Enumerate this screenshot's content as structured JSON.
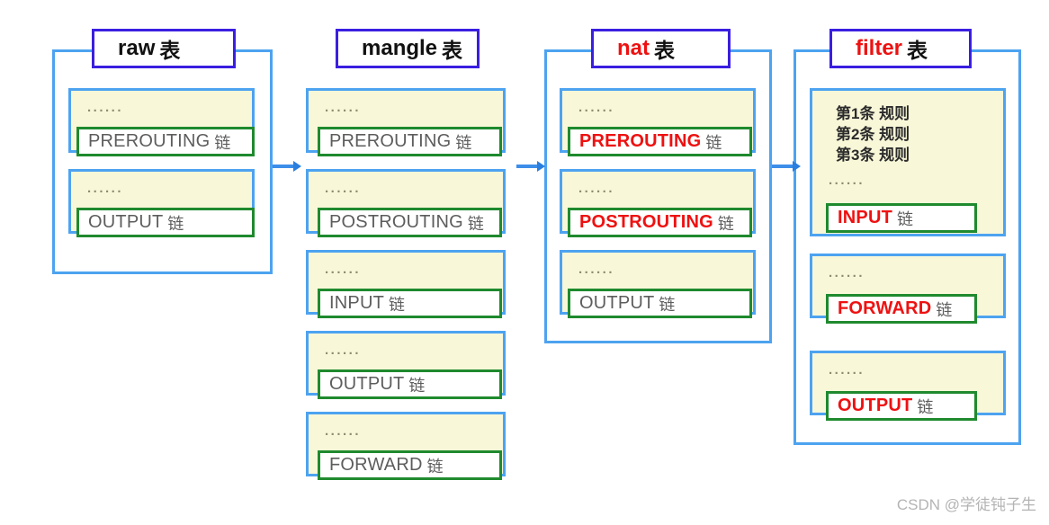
{
  "diagram": {
    "title_cn_suffix": "表",
    "chain_cn_suffix": "链",
    "dots": "......",
    "tables": [
      {
        "id": "raw",
        "name_en": "raw",
        "name_cn": "表",
        "name_color": "#111111",
        "chains": [
          {
            "name_en": "PREROUTING",
            "name_cn": "链",
            "color": "#5d5d5d",
            "dots": "......",
            "rules": []
          },
          {
            "name_en": "OUTPUT",
            "name_cn": "链",
            "color": "#5d5d5d",
            "dots": "......",
            "rules": []
          }
        ]
      },
      {
        "id": "mangle",
        "name_en": "mangle",
        "name_cn": "表",
        "name_color": "#111111",
        "chains": [
          {
            "name_en": "PREROUTING",
            "name_cn": "链",
            "color": "#5d5d5d",
            "dots": "......",
            "rules": []
          },
          {
            "name_en": "POSTROUTING",
            "name_cn": "链",
            "color": "#5d5d5d",
            "dots": "......",
            "rules": []
          },
          {
            "name_en": "INPUT",
            "name_cn": "链",
            "color": "#5d5d5d",
            "dots": "......",
            "rules": []
          },
          {
            "name_en": "OUTPUT",
            "name_cn": "链",
            "color": "#5d5d5d",
            "dots": "......",
            "rules": []
          },
          {
            "name_en": "FORWARD",
            "name_cn": "链",
            "color": "#5d5d5d",
            "dots": "......",
            "rules": []
          }
        ]
      },
      {
        "id": "nat",
        "name_en": "nat",
        "name_cn": "表",
        "name_color": "#ee1111",
        "chains": [
          {
            "name_en": "PREROUTING",
            "name_cn": "链",
            "color": "#ee1111",
            "dots": "......",
            "rules": []
          },
          {
            "name_en": "POSTROUTING",
            "name_cn": "链",
            "color": "#ee1111",
            "dots": "......",
            "rules": []
          },
          {
            "name_en": "OUTPUT",
            "name_cn": "链",
            "color": "#5d5d5d",
            "dots": "......",
            "rules": []
          }
        ]
      },
      {
        "id": "filter",
        "name_en": "filter",
        "name_cn": "表",
        "name_color": "#ee1111",
        "chains": [
          {
            "name_en": "INPUT",
            "name_cn": "链",
            "color": "#ee1111",
            "dots": "......",
            "rules": [
              "第1条 规则",
              "第2条 规则",
              "第3条 规则"
            ]
          },
          {
            "name_en": "FORWARD",
            "name_cn": "链",
            "color": "#ee1111",
            "dots": "......",
            "rules": []
          },
          {
            "name_en": "OUTPUT",
            "name_cn": "链",
            "color": "#ee1111",
            "dots": "......",
            "rules": []
          }
        ]
      }
    ],
    "arrows": [
      {
        "from": "raw",
        "to": "mangle"
      },
      {
        "from": "mangle",
        "to": "nat"
      },
      {
        "from": "nat",
        "to": "filter"
      }
    ]
  },
  "watermark": {
    "text": "CSDN @学徒钝子生"
  },
  "colors": {
    "frame_blue": "#4da3f0",
    "title_border_blue": "#3a1fe0",
    "chain_fill_yellow": "#f8f7d8",
    "chain_label_green": "#1f8a2e",
    "accent_red": "#ee1111",
    "text_gray": "#5d5d5d",
    "arrow_blue": "#3c8ee8"
  }
}
